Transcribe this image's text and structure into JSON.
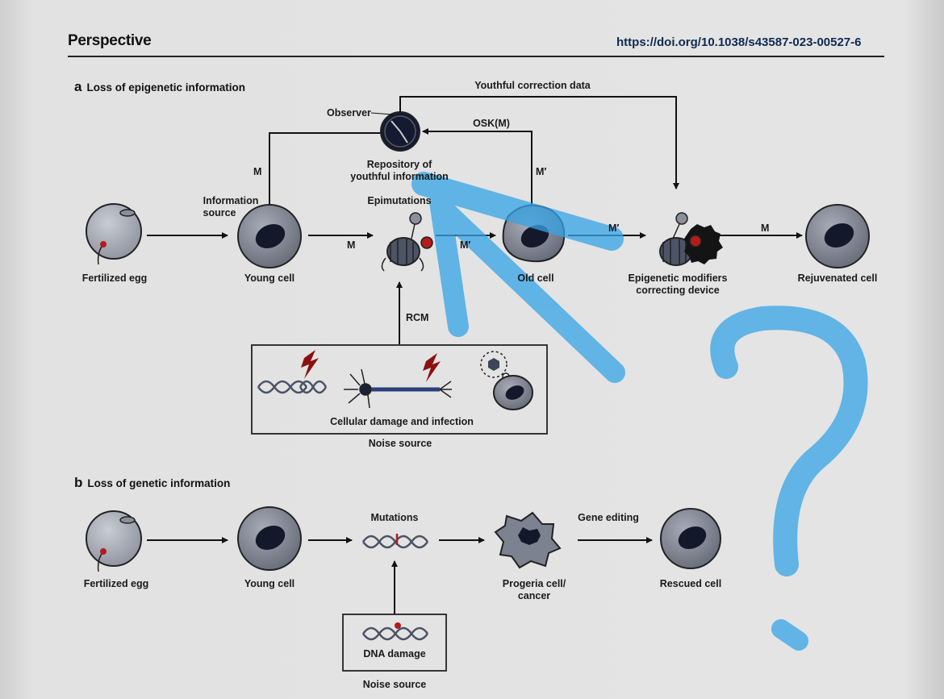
{
  "header": {
    "title": "Perspective",
    "doi": "https://doi.org/10.1038/s43587-023-00527-6"
  },
  "panel_a": {
    "letter": "a",
    "title": "Loss of epigenetic information",
    "youthful_correction": "Youthful correction data",
    "observer": "Observer",
    "osk": "OSK(M)",
    "repository_1": "Repository of",
    "repository_2": "youthful information",
    "m_left": "M",
    "m_right_top": "M′",
    "info_source_1": "Information",
    "info_source_2": "source",
    "epimutations": "Epimutations",
    "m_young_to_epi": "M",
    "m_epi_to_old": "M′",
    "m_old_to_device": "M′",
    "m_device_to_rejuv": "M",
    "fertilized_egg": "Fertilized egg",
    "young_cell": "Young cell",
    "old_cell": "Old cell",
    "device_1": "Epigenetic modifiers",
    "device_2": "correcting device",
    "rejuvenated_cell": "Rejuvenated cell",
    "rcm": "RCM",
    "damage_caption": "Cellular damage and infection",
    "noise_source": "Noise source"
  },
  "panel_b": {
    "letter": "b",
    "title": "Loss of genetic information",
    "fertilized_egg": "Fertilized egg",
    "young_cell": "Young cell",
    "mutations": "Mutations",
    "progeria_1": "Progeria cell/",
    "progeria_2": "cancer",
    "gene_editing": "Gene editing",
    "rescued_cell": "Rescued cell",
    "dna_damage": "DNA damage",
    "noise_source": "Noise source"
  },
  "colors": {
    "cell_fill": "#7d8290",
    "nucleus": "#13182b",
    "accent_red": "#b21c1c",
    "annotation_blue": "#35a4e6",
    "line": "#111111"
  },
  "icons": [
    "clock-icon",
    "nucleosome-icon",
    "lightning-icon",
    "neuron-icon",
    "dna-icon",
    "virus-icon"
  ]
}
